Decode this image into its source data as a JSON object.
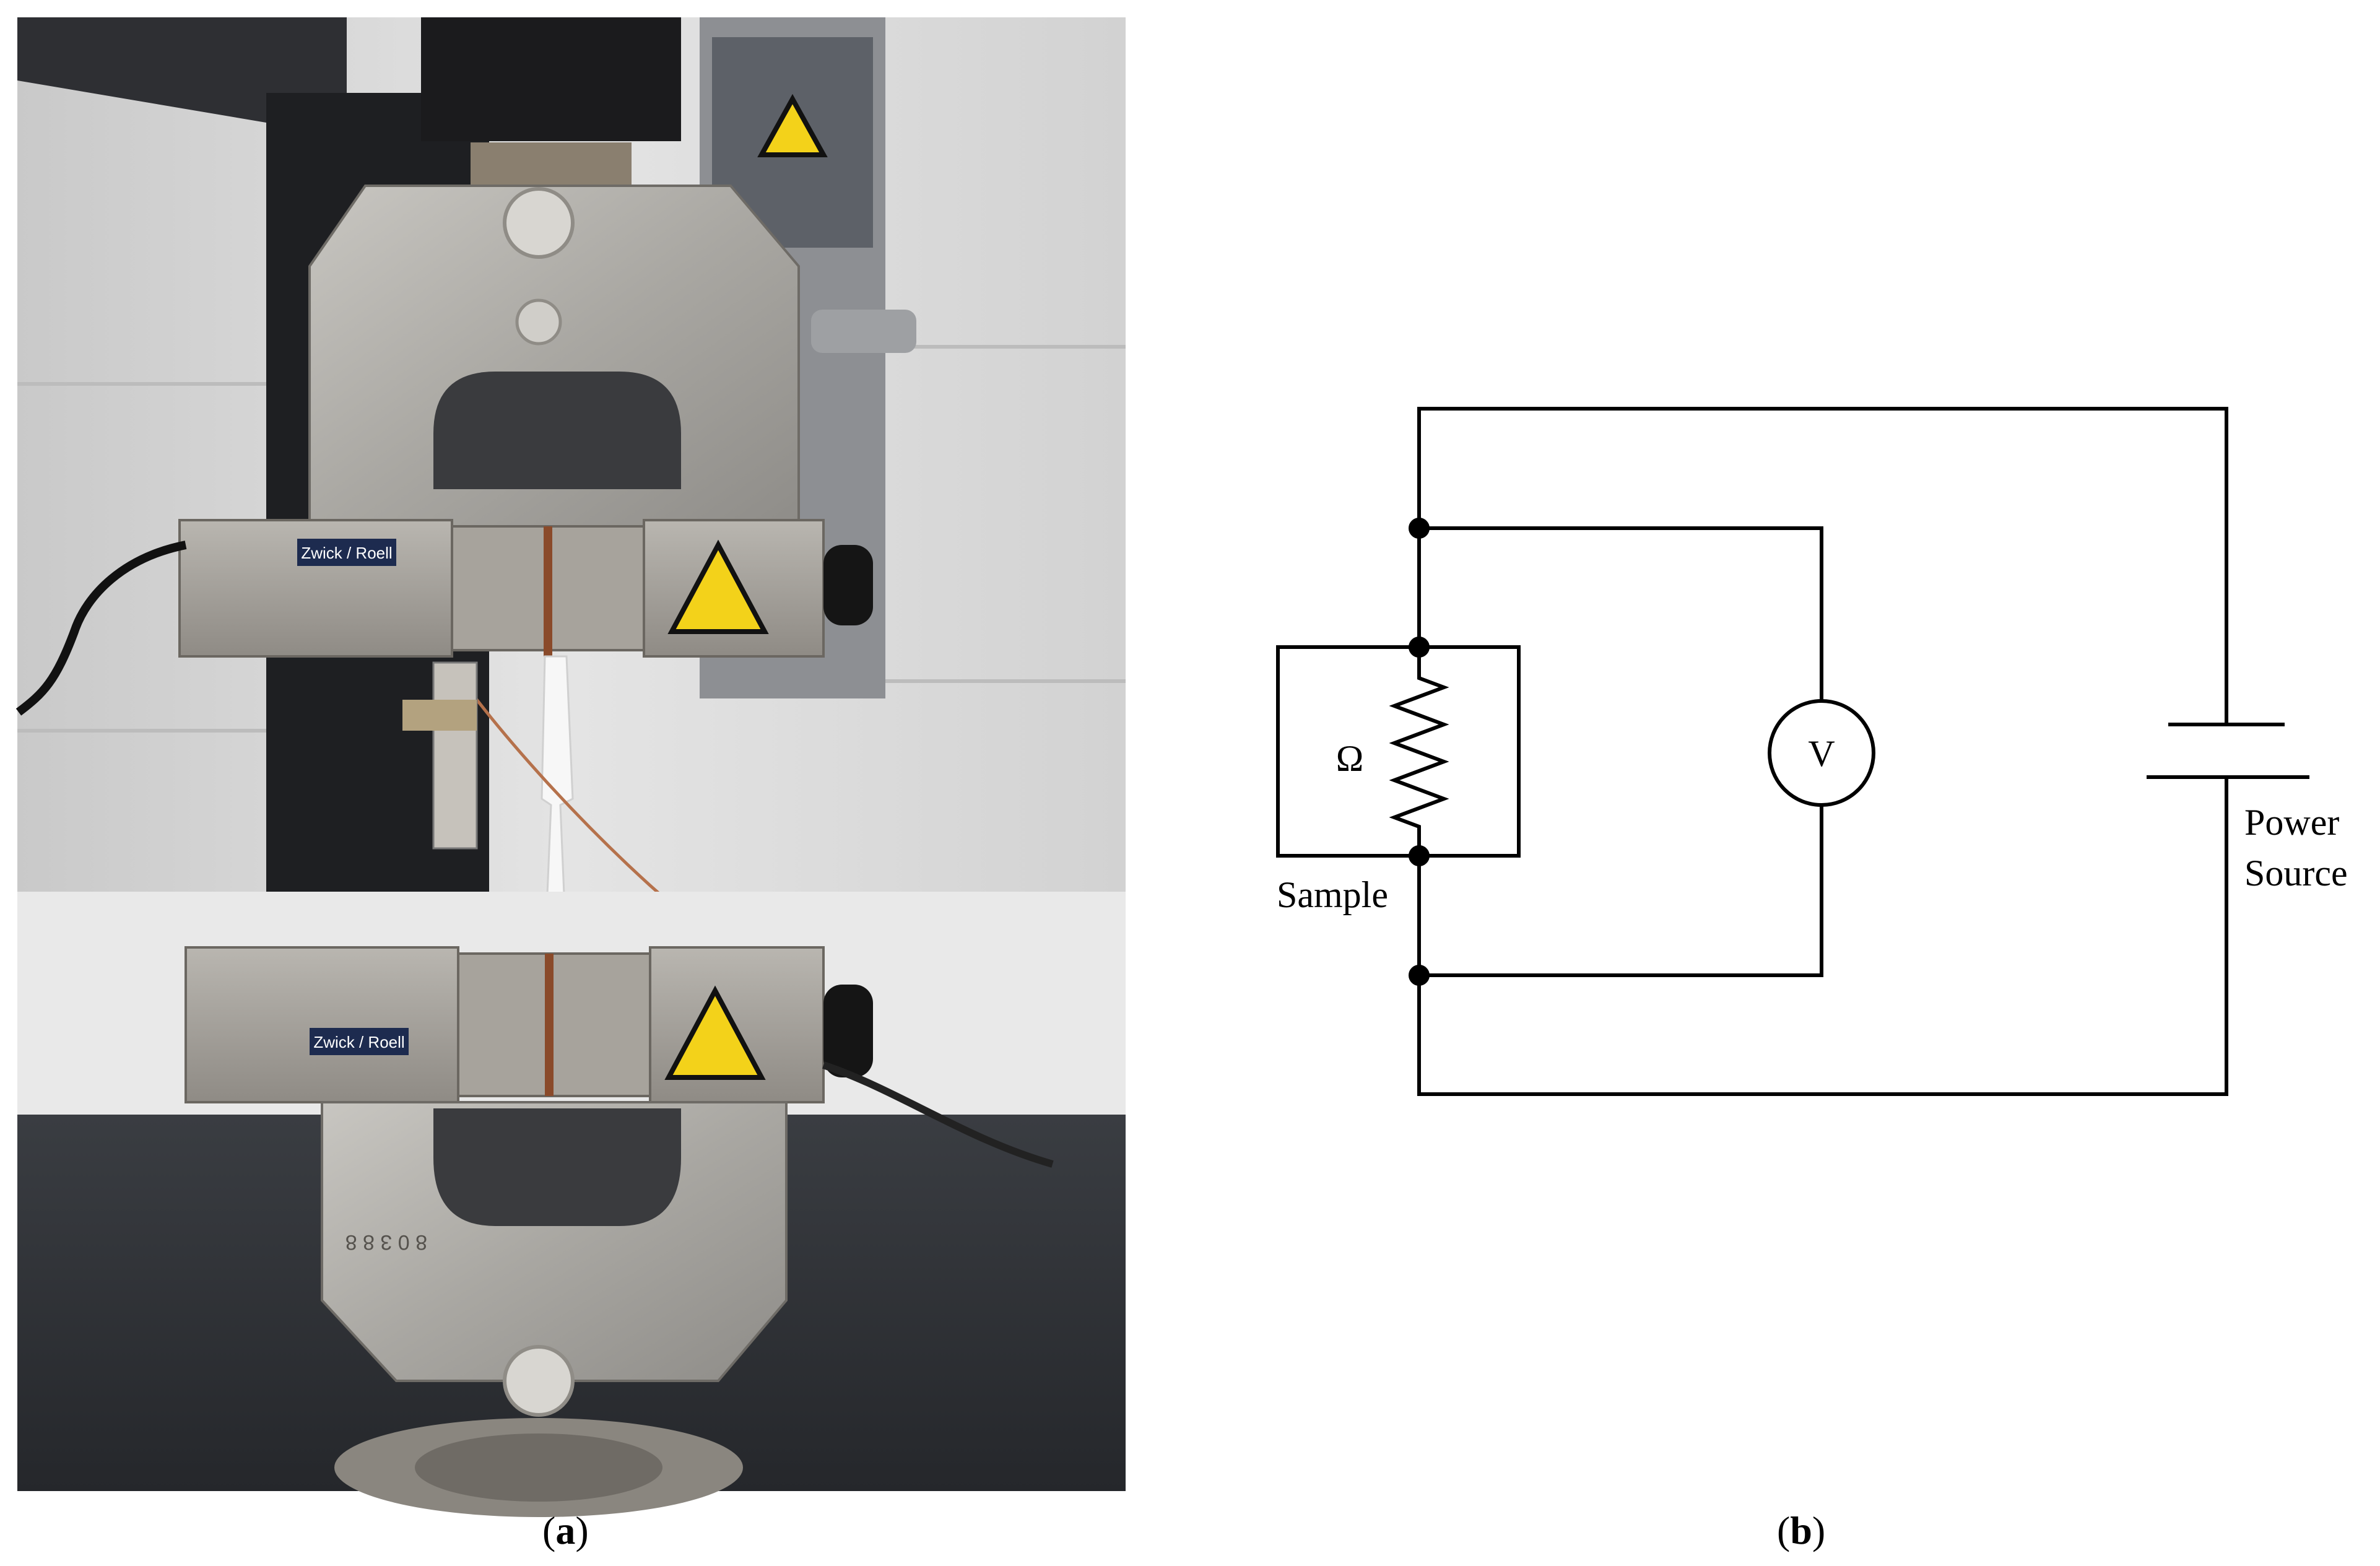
{
  "panel_a": {
    "caption_open": "(",
    "caption_letter": "a",
    "caption_close": ")",
    "grip_brand": "Zwick / Roell",
    "grip_stamp": "8 0 3 8 8"
  },
  "panel_b": {
    "caption_open": "(",
    "caption_letter": "b",
    "caption_close": ")",
    "ohm_symbol": "Ω",
    "sample_label": "Sample",
    "voltmeter_symbol": "V",
    "power_label_line1": "Power",
    "power_label_line2": "Source"
  }
}
